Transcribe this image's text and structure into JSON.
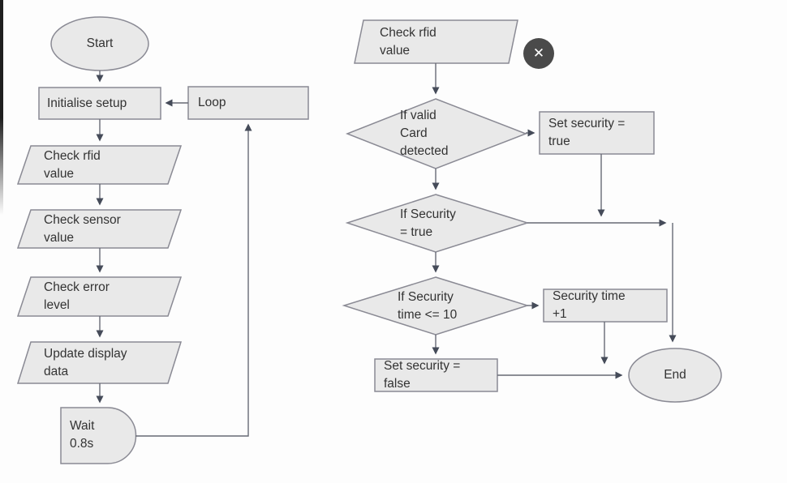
{
  "diagram": {
    "left_flow": {
      "start": "Start",
      "initialise": "Initialise setup",
      "loop": "Loop",
      "check_rfid": "Check rfid\nvalue",
      "check_sensor": "Check sensor\nvalue",
      "check_error": "Check error\nlevel",
      "update_display": "Update display\ndata",
      "wait": "Wait\n0.8s"
    },
    "right_flow": {
      "check_rfid": "Check rfid\nvalue",
      "if_valid_card": "If valid\nCard\ndetected",
      "set_security_true": "Set security =\ntrue",
      "if_security_true": "If Security\n= true",
      "if_security_time": "If Security\ntime <= 10",
      "security_time_inc": "Security time\n+1",
      "set_security_false": "Set security =\nfalse",
      "end": "End"
    },
    "close_button": "✕",
    "colors": {
      "shape_fill": "#e9e9e9",
      "shape_border": "#8a8a94",
      "line": "#666a75",
      "arrowhead": "#454b59",
      "text": "#333333",
      "close_background": "#4a4a4a",
      "close_glyph": "#ffffff"
    }
  }
}
